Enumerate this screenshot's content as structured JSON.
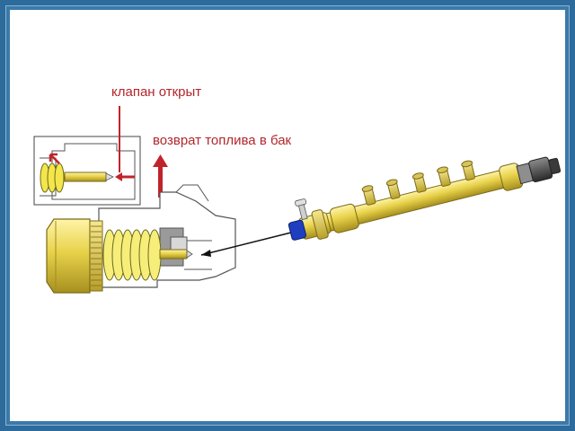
{
  "labels": {
    "valve_open": "клапан открыт",
    "fuel_return": "возврат топлива в бак"
  },
  "colors": {
    "frame": "#2c6b9b",
    "label_red": "#b3262c",
    "brass": "#e8d24a",
    "spring_yellow": "#f4e64a",
    "connector_blue": "#1f3fbf"
  },
  "icons": {
    "arrow_up": "red-up-arrow",
    "arrow_left": "red-left-arrow",
    "pointer": "black-pointer-arrow"
  }
}
